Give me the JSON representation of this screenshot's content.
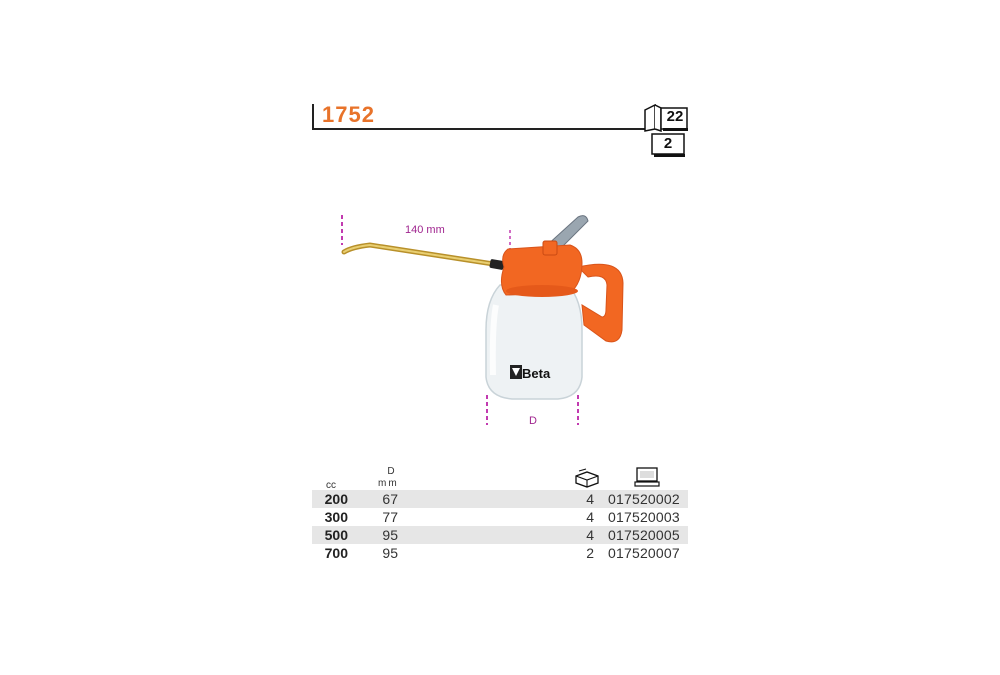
{
  "header": {
    "code": "1752"
  },
  "badges": {
    "catalog_page": "22",
    "box_number": "2"
  },
  "illustration": {
    "length_label": "140 mm",
    "diameter_label": "D",
    "brand_label": "Beta"
  },
  "table": {
    "headers": {
      "cc": "cc",
      "d_top": "D",
      "d_unit": "mm",
      "pack_icon": "package-icon",
      "code_icon": "computer-icon"
    },
    "rows": [
      {
        "cc": "200",
        "d": "67",
        "pack": "4",
        "code": "017520002"
      },
      {
        "cc": "300",
        "d": "77",
        "pack": "4",
        "code": "017520003"
      },
      {
        "cc": "500",
        "d": "95",
        "pack": "4",
        "code": "017520005"
      },
      {
        "cc": "700",
        "d": "95",
        "pack": "2",
        "code": "017520007"
      }
    ]
  }
}
